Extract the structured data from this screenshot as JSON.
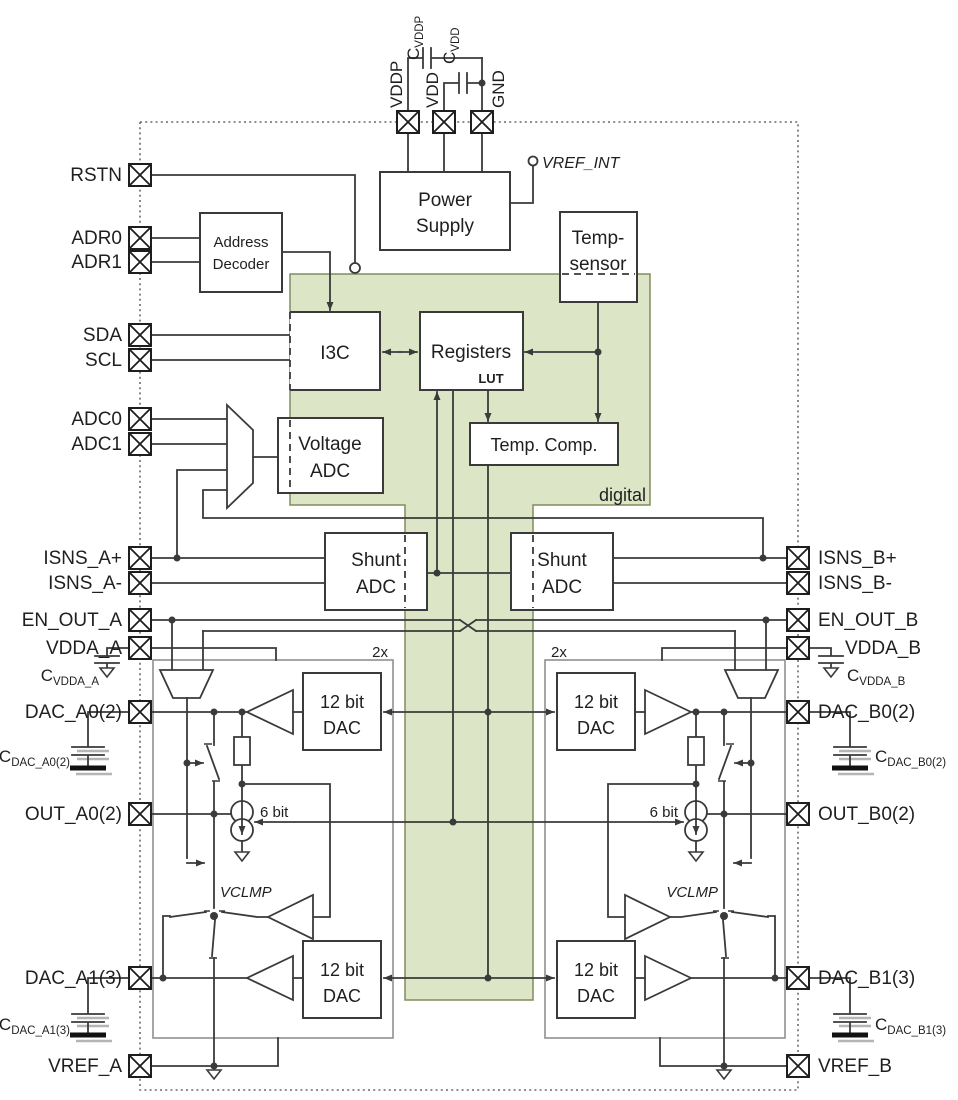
{
  "pins": {
    "top": [
      {
        "label": "VDDP"
      },
      {
        "label": "VDD"
      },
      {
        "label": "GND"
      }
    ],
    "left": [
      {
        "label": "RSTN"
      },
      {
        "label": "ADR0"
      },
      {
        "label": "ADR1"
      },
      {
        "label": "SDA"
      },
      {
        "label": "SCL"
      },
      {
        "label": "ADC0"
      },
      {
        "label": "ADC1"
      },
      {
        "label": "ISNS_A+"
      },
      {
        "label": "ISNS_A-"
      },
      {
        "label": "EN_OUT_A"
      },
      {
        "label": "VDDA_A"
      },
      {
        "label": "DAC_A0(2)"
      },
      {
        "label": "OUT_A0(2)"
      },
      {
        "label": "DAC_A1(3)"
      },
      {
        "label": "VREF_A"
      }
    ],
    "right": [
      {
        "label": "ISNS_B+"
      },
      {
        "label": "ISNS_B-"
      },
      {
        "label": "EN_OUT_B"
      },
      {
        "label": "VDDA_B"
      },
      {
        "label": "DAC_B0(2)"
      },
      {
        "label": "OUT_B0(2)"
      },
      {
        "label": "DAC_B1(3)"
      },
      {
        "label": "VREF_B"
      }
    ]
  },
  "blocks": {
    "power_supply": {
      "line1": "Power",
      "line2": "Supply"
    },
    "address_decoder": {
      "line1": "Address",
      "line2": "Decoder"
    },
    "temp_sensor": {
      "line1": "Temp-",
      "line2": "sensor"
    },
    "i3c": {
      "label": "I3C"
    },
    "registers": {
      "label": "Registers",
      "lut": "LUT"
    },
    "temp_comp": {
      "label": "Temp. Comp."
    },
    "voltage_adc": {
      "line1": "Voltage",
      "line2": "ADC"
    },
    "shunt_adc_a": {
      "line1": "Shunt",
      "line2": "ADC"
    },
    "shunt_adc_b": {
      "line1": "Shunt",
      "line2": "ADC"
    },
    "dac_a0": {
      "line1": "12 bit",
      "line2": "DAC"
    },
    "dac_a1": {
      "line1": "12 bit",
      "line2": "DAC"
    },
    "dac_b0": {
      "line1": "12 bit",
      "line2": "DAC"
    },
    "dac_b1": {
      "line1": "12 bit",
      "line2": "DAC"
    }
  },
  "labels": {
    "vref_int": "VREF_INT",
    "digital": "digital",
    "mult_a": "2x",
    "mult_b": "2x",
    "six_bit_a": "6 bit",
    "six_bit_b": "6 bit",
    "vclmp_a": "VCLMP",
    "vclmp_b": "VCLMP"
  },
  "capacitors": {
    "c_vddp": {
      "main": "C",
      "sub": "VDDP"
    },
    "c_vdd": {
      "main": "C",
      "sub": "VDD"
    },
    "c_vdda_a": {
      "main": "C",
      "sub": "VDDA_A"
    },
    "c_vdda_b": {
      "main": "C",
      "sub": "VDDA_B"
    },
    "c_dac_a0": {
      "main": "C",
      "sub": "DAC_A0(2)"
    },
    "c_dac_b0": {
      "main": "C",
      "sub": "DAC_B0(2)"
    },
    "c_dac_a1": {
      "main": "C",
      "sub": "DAC_A1(3)"
    },
    "c_dac_b1": {
      "main": "C",
      "sub": "DAC_B1(3)"
    }
  },
  "colors": {
    "digital_fill": "#dce6c7",
    "digital_stroke": "#808c5f",
    "wire": "#3a3a3a"
  }
}
